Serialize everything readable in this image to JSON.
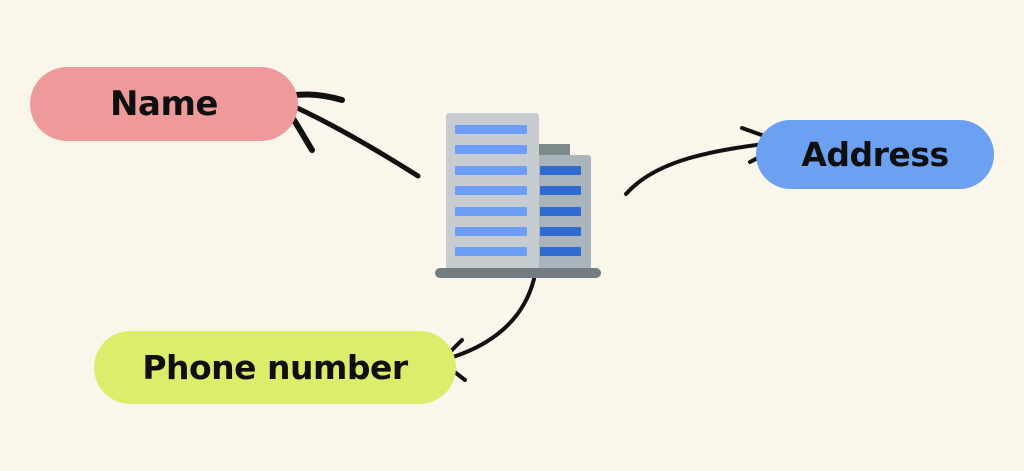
{
  "background_color": "#faf6ec",
  "center_node": {
    "icon": "office-building-icon",
    "colors": {
      "tower": "#c7ccd1",
      "tower_windows": "#6c9ef8",
      "annex": "#aab4bd",
      "annex_windows": "#2e6ad0",
      "roof": "#7e8a8a",
      "base": "#737c80"
    }
  },
  "labels": {
    "name": {
      "text": "Name",
      "color": "#ef9a9a"
    },
    "address": {
      "text": "Address",
      "color": "#6ca0f0"
    },
    "phone": {
      "text": "Phone number",
      "color": "#ddec6a"
    }
  },
  "arrow_color": "#111111"
}
